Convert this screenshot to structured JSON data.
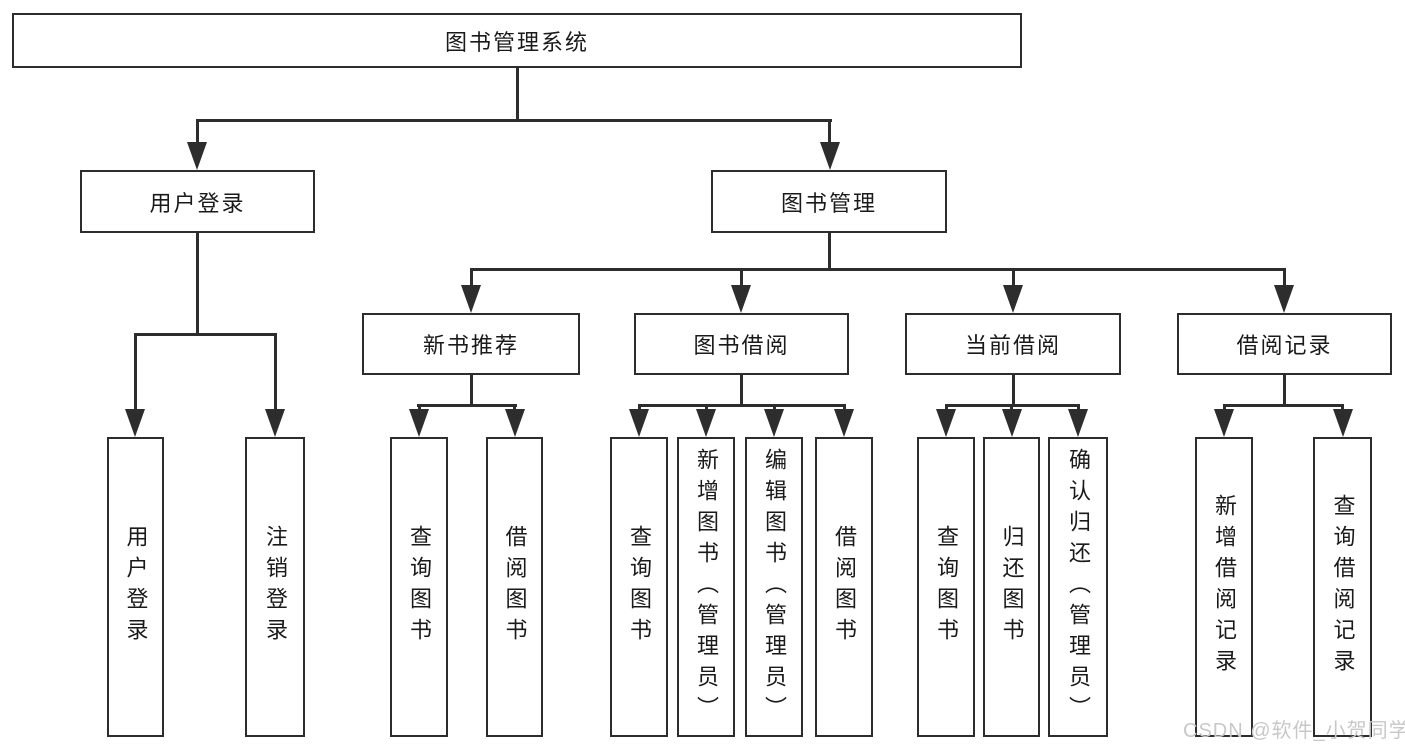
{
  "colors": {
    "line": "#2d2d2d",
    "text": "#1a1a1a",
    "watermark": "#c8c8c8",
    "background": "#ffffff",
    "box_background": "#ffffff"
  },
  "diagram": {
    "root": {
      "label": "图书管理系统"
    },
    "level2": [
      {
        "label": "用户登录"
      },
      {
        "label": "图书管理"
      }
    ],
    "level3": [
      {
        "label": "新书推荐"
      },
      {
        "label": "图书借阅"
      },
      {
        "label": "当前借阅"
      },
      {
        "label": "借阅记录"
      }
    ],
    "leaves": [
      {
        "label": "用户登录"
      },
      {
        "label": "注销登录"
      },
      {
        "label": "查询图书"
      },
      {
        "label": "借阅图书"
      },
      {
        "label": "查询图书"
      },
      {
        "label": "新增图书（管理员）"
      },
      {
        "label": "编辑图书（管理员）"
      },
      {
        "label": "借阅图书"
      },
      {
        "label": "查询图书"
      },
      {
        "label": "归还图书"
      },
      {
        "label": "确认归还（管理员）"
      },
      {
        "label": "新增借阅记录"
      },
      {
        "label": "查询借阅记录"
      }
    ],
    "watermark": {
      "label": "CSDN @软件_小贺同学"
    }
  }
}
